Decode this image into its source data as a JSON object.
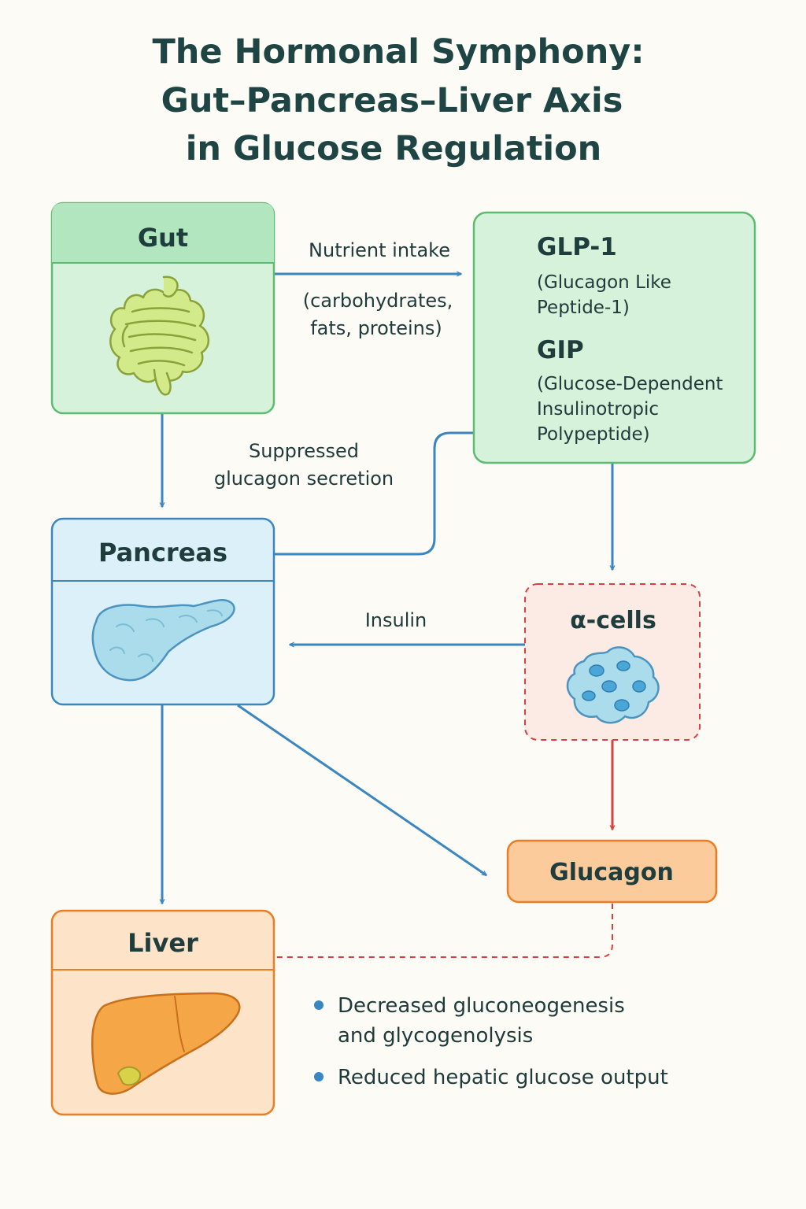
{
  "title": {
    "line1": "The Hormonal Symphony:",
    "line2": "Gut–Pancreas–Liver Axis",
    "line3": "in Glucose Regulation"
  },
  "nodes": {
    "gut": {
      "label": "Gut",
      "icon": "intestine-icon",
      "color": "#5dbb72",
      "fill": "#d7f2db"
    },
    "incretins": {
      "glp1": {
        "name": "GLP-1",
        "desc_line1": "(Glucagon Like",
        "desc_line2": "Peptide-1)"
      },
      "gip": {
        "name": "GIP",
        "desc_line1": "(Glucose-Dependent",
        "desc_line2": "Insulinotropic",
        "desc_line3": "Polypeptide)"
      },
      "color": "#5dbb72",
      "fill": "#d7f2db"
    },
    "pancreas": {
      "label": "Pancreas",
      "icon": "pancreas-icon",
      "color": "#3a86c0",
      "fill": "#dcf0fa"
    },
    "alpha_cells": {
      "label": "α-cells",
      "icon": "alpha-cell-cluster-icon",
      "color": "#d84040",
      "fill": "#fcebe4"
    },
    "glucagon": {
      "label": "Glucagon",
      "color": "#ee7d22",
      "fill": "#fccb9c"
    },
    "liver": {
      "label": "Liver",
      "icon": "liver-icon",
      "color": "#ee7d22",
      "fill": "#fde3c8"
    }
  },
  "edges": {
    "nutrient": {
      "line1": "Nutrient intake",
      "line2": "(carbohydrates,",
      "line3": "fats, proteins)"
    },
    "suppressed": {
      "line1": "Suppressed",
      "line2": "glucagon secretion"
    },
    "insulin": {
      "label": "Insulin"
    }
  },
  "effects": [
    {
      "line1": "Decreased gluconeogenesis",
      "line2": "and glycogenolysis"
    },
    {
      "line1": "Reduced hepatic glucose output",
      "line2": ""
    }
  ],
  "colors": {
    "arrow_blue": "#3a86c0",
    "arrow_red": "#d84040",
    "title": "#1e4444",
    "bullet": "#3a86c0"
  }
}
